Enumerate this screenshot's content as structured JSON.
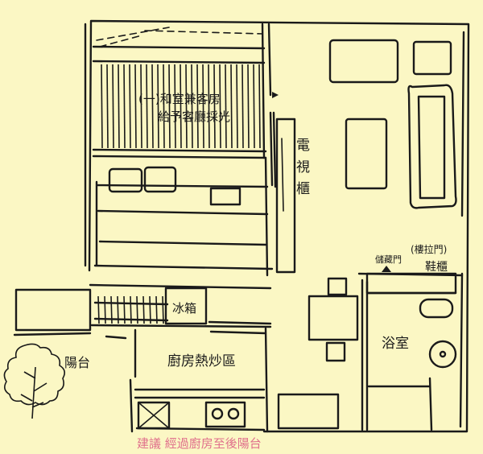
{
  "labels": {
    "room_note_1": "(一)和室兼客房",
    "room_note_2": "給予客廳採光",
    "tv_cabinet": "電視櫃",
    "fridge": "冰箱",
    "stir_fry_area": "廚房熱炒區",
    "balcony": "陽台",
    "bathroom": "浴室",
    "sliding_door": "(樓拉門)",
    "shoe_cabinet": "鞋櫃",
    "storage_door": "儲藏門"
  },
  "caption": "建議 經過廚房至後陽台",
  "colors": {
    "paper": "#fbf7c4",
    "ink": "#1a1a1a",
    "caption": "#e0708c"
  }
}
